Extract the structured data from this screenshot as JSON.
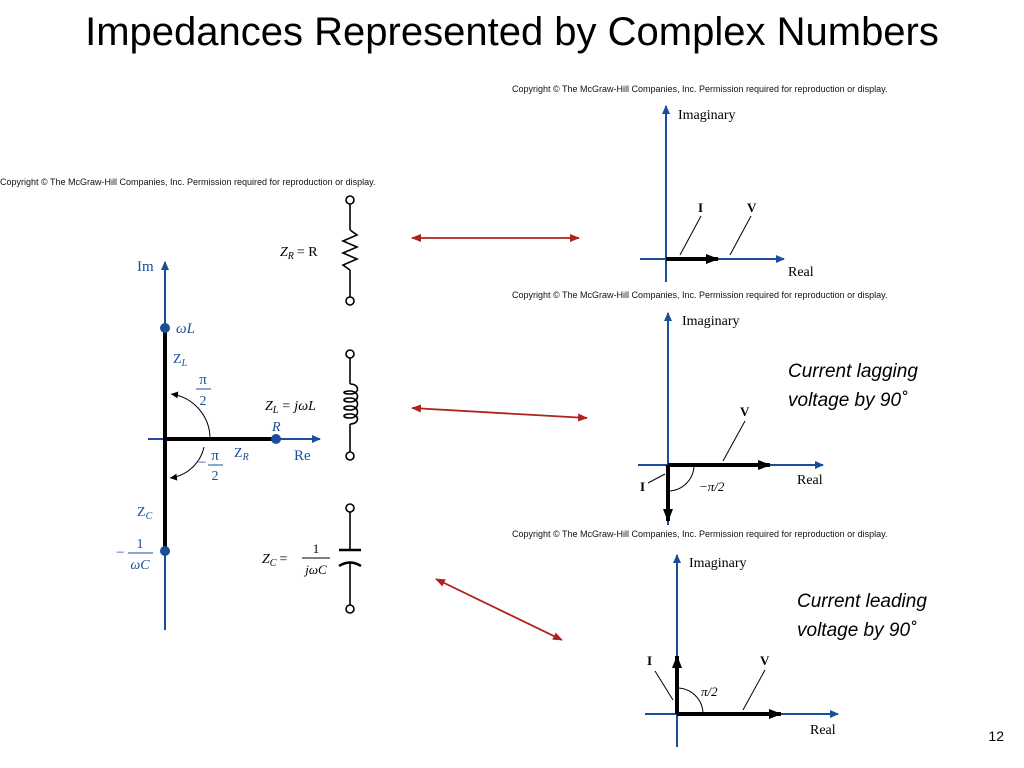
{
  "title": "Impedances Represented by Complex Numbers",
  "copyright": "Copyright © The McGraw-Hill Companies, Inc. Permission required for reproduction or display.",
  "page_number": "12",
  "complex_plane": {
    "im_label": "Im",
    "re_label": "Re",
    "omega_l": "ωL",
    "z_l": "Z",
    "z_l_sub": "L",
    "pi": "π",
    "two": "2",
    "minus": "−",
    "r_label": "R",
    "z_r": "Z",
    "z_r_sub": "R",
    "z_c": "Z",
    "z_c_sub": "C",
    "one": "1",
    "omega_c": "ωC"
  },
  "circuits": {
    "resistor_eq": "Z",
    "resistor_sub": "R",
    "resistor_rhs": "= R",
    "inductor_eq": "Z",
    "inductor_sub": "L",
    "inductor_rhs": "= jωL",
    "capacitor_eq": "Z",
    "capacitor_sub": "C",
    "capacitor_eq_sign": "=",
    "capacitor_num": "1",
    "capacitor_den": "jωC"
  },
  "phasors": {
    "imaginary": "Imaginary",
    "real": "Real",
    "i_label": "I",
    "v_label": "V",
    "minus_pi_over_2": "−π/2",
    "pi_over_2": "π/2"
  },
  "notes": {
    "lagging_line1": "Current lagging",
    "lagging_line2": "voltage by 90˚",
    "leading_line1": "Current leading",
    "leading_line2": "voltage by 90˚"
  },
  "colors": {
    "axis_blue": "#1a4d9c",
    "arrow_red": "#b0221c"
  }
}
